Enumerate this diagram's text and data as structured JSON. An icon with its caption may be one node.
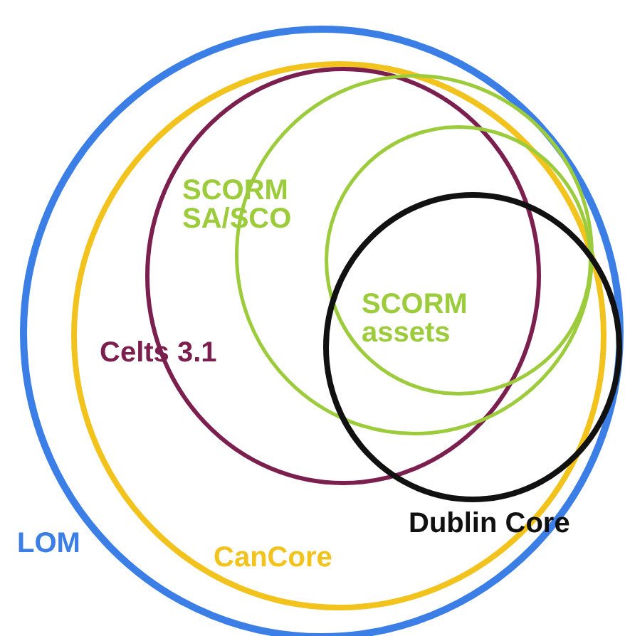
{
  "diagram": {
    "nodes": [
      {
        "text": [
          "LOM"
        ]
      },
      {
        "text": [
          "CanCore"
        ]
      },
      {
        "text": [
          "Celts 3.1"
        ]
      },
      {
        "text": [
          "SCORM SA/SCO"
        ]
      },
      {
        "text": [
          "SCORM assets"
        ]
      },
      {
        "text": [
          "Dublin Core"
        ]
      }
    ]
  }
}
